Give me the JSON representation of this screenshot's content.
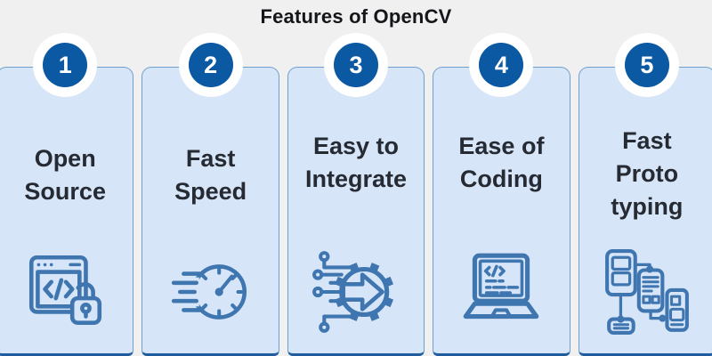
{
  "title": "Features of OpenCV",
  "cards": [
    {
      "number": "1",
      "label": "Open\nSource",
      "icon": "open-source-browser-code-lock-icon"
    },
    {
      "number": "2",
      "label": "Fast\nSpeed",
      "icon": "speedometer-icon"
    },
    {
      "number": "3",
      "label": "Easy to\nIntegrate",
      "icon": "gear-arrow-circuit-icon"
    },
    {
      "number": "4",
      "label": "Ease of\nCoding",
      "icon": "laptop-code-icon"
    },
    {
      "number": "5",
      "label": "Fast\nProto\ntyping",
      "icon": "device-wireframes-icon"
    }
  ],
  "colors": {
    "page_bg": "#f0f0f1",
    "card_bg": "#d7e5f8",
    "card_border": "#6fa0cd",
    "card_bottom_border": "#1f5c9d",
    "badge_bg": "#0b58a3",
    "badge_ring": "#ffffff",
    "badge_text": "#ffffff",
    "heading_text": "#262a33",
    "title_text": "#15161a",
    "icon_stroke": "#3f76b0"
  }
}
